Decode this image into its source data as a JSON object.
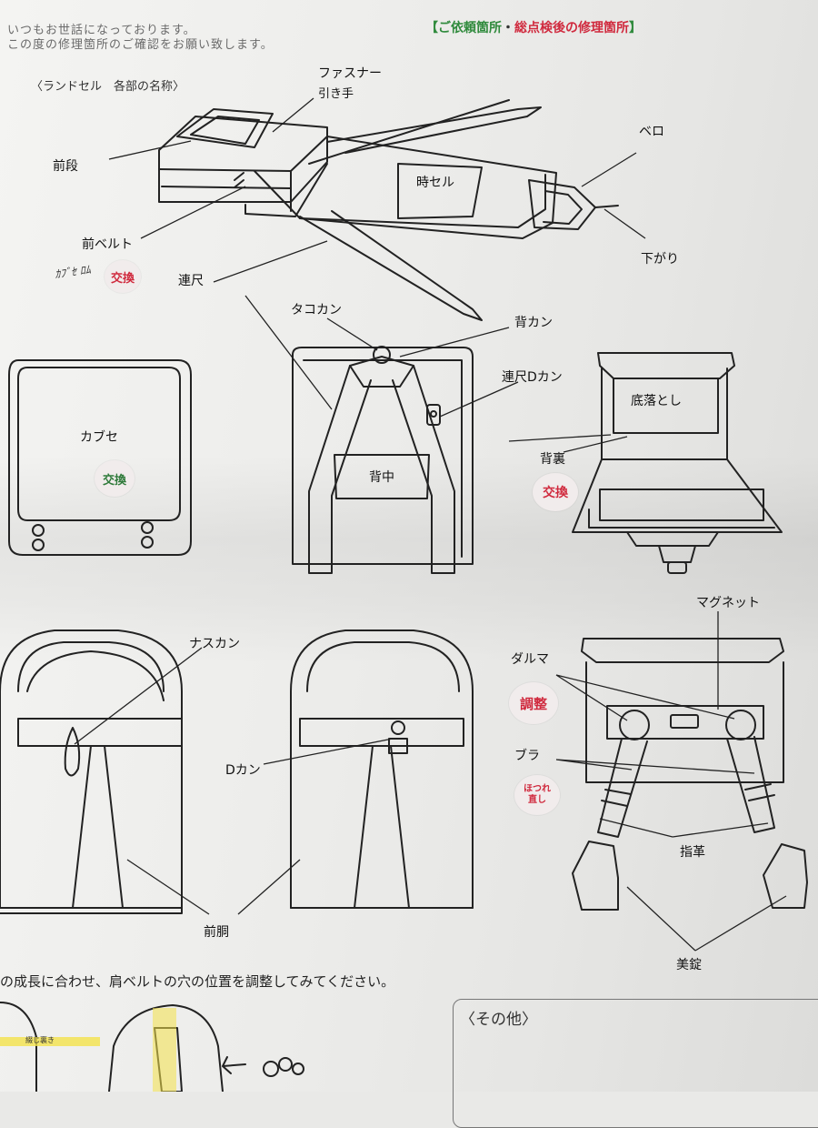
{
  "intro": {
    "line1": "いつもお世話になっております。",
    "line2": "この度の修理箇所のご確認をお願い致します。"
  },
  "header": {
    "bracket_open": "【",
    "requested": "ご依頼箇所",
    "separator": "・",
    "after_inspection": "総点検後の修理箇所",
    "bracket_close": "】"
  },
  "section_title": "〈ランドセル　各部の名称〉",
  "labels": {
    "fastener": "ファスナー",
    "pull_tab": "引き手",
    "front_section": "前段",
    "front_belt": "前ベルト",
    "tokiseru": "時セル",
    "bero": "ベロ",
    "sagari": "下がり",
    "renjaku": "連尺",
    "takokan": "タコカン",
    "sekan": "背カン",
    "renjaku_dkan": "連尺Dカン",
    "kabuse": "カブセ",
    "senaka": "背中",
    "soko_otoshi": "底落とし",
    "se_ura": "背裏",
    "magnet": "マグネット",
    "daruma": "ダルマ",
    "nasukan": "ナスカン",
    "dkan": "Dカン",
    "bura": "ブラ",
    "yubikawa": "指革",
    "bijo": "美錠",
    "maedo": "前胴"
  },
  "handwritten_note": "ｶﾌﾞｾ ﾛﾑ",
  "badges": {
    "exchange_1": "交換",
    "exchange_2": "交換",
    "exchange_3": "交換",
    "adjust": "調整",
    "fray_repair": "ほつれ直し"
  },
  "bottom": {
    "instruction": "の成長に合わせ、肩ベルトの穴の位置を調整してみてください。",
    "other_title": "〈その他〉",
    "tag": "綴じ裏き"
  },
  "colors": {
    "accent_red": "#d02a3e",
    "line": "#222222"
  }
}
